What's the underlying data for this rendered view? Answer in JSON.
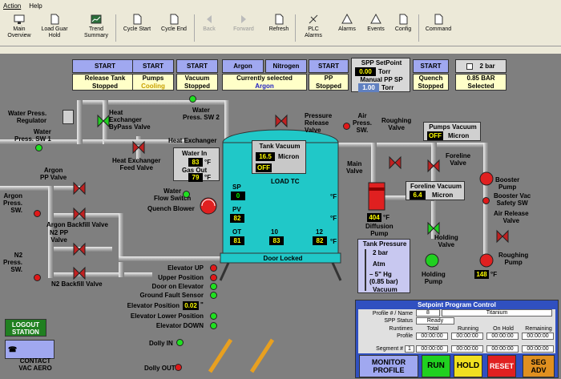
{
  "menu": [
    "Action",
    "Help"
  ],
  "toolbar": [
    {
      "label": "Main\nOverview",
      "icon": "monitor-icon"
    },
    {
      "label": "Load Guar\nHold",
      "icon": "load-icon"
    },
    {
      "label": "Trend\nSummary",
      "icon": "trend-icon"
    },
    {
      "label": "Cycle Start",
      "icon": "cycle-start-icon"
    },
    {
      "label": "Cycle End",
      "icon": "cycle-end-icon"
    },
    {
      "label": "Back",
      "icon": "back-icon"
    },
    {
      "label": "Forward",
      "icon": "forward-icon"
    },
    {
      "label": "Refresh",
      "icon": "refresh-icon"
    },
    {
      "label": "PLC\nAlarms",
      "icon": "plc-alarm-icon"
    },
    {
      "label": "Alarms",
      "icon": "alarm-icon"
    },
    {
      "label": "Events",
      "icon": "events-icon"
    },
    {
      "label": "Config",
      "icon": "config-icon"
    },
    {
      "label": "Command",
      "icon": "command-icon"
    }
  ],
  "top_controls": {
    "release_tank": {
      "button": "START",
      "status": "Release Tank\nStopped"
    },
    "pumps": {
      "button": "START",
      "status_label": "Pumps",
      "status": "Cooling"
    },
    "vacuum": {
      "button": "START",
      "status": "Vacuum\nStopped"
    },
    "argon_button": "Argon",
    "nitrogen_button": "Nitrogen",
    "gas_selected_label": "Currently selected",
    "gas_selected": "Argon",
    "pp": {
      "button": "START",
      "status": "PP\nStopped"
    },
    "spp": {
      "title": "SPP SetPoint",
      "setpoint": "0.00",
      "setpoint_unit": "Torr",
      "manual_label": "Manual PP SP",
      "manual_value": "1.00",
      "manual_unit": "Torr"
    },
    "quench": {
      "button": "START",
      "status": "Quench\nStopped"
    },
    "bar": {
      "checkbox_label": "2 bar",
      "value": "0.85 BAR",
      "status": "Selected"
    }
  },
  "labels": {
    "water_press_regulator": "Water Press.\nRegulator",
    "water_press_sw1": "Water\nPress. SW 1",
    "hx_bypass_valve": "Heat\nExchanger\nByPass Valve",
    "water_press_sw2": "Water\nPress. SW 2",
    "heat_exchanger": "Heat Exchanger",
    "hx_feed_valve": "Heat Exchanger\nFeed Valve",
    "pressure_release_valve": "Pressure\nRelease\nValve",
    "air_press_sw": "Air\nPress.\nSW.",
    "roughing_valve": "Roughing\nValve",
    "argon_pp_valve": "Argon\nPP Valve",
    "argon_press_sw": "Argon\nPress.\nSW.",
    "argon_backfill_valve": "Argon Backfill Valve",
    "n2_pp_valve": "N2 PP\nValve",
    "n2_press_sw": "N2\nPress.\nSW.",
    "n2_backfill_valve": "N2 Backfill Valve",
    "water_flow_switch": "Water\nFlow Switch",
    "quench_blower": "Quench Blower",
    "main_valve": "Main\nValve",
    "diffusion_pump": "Diffusion\nPump",
    "foreline_valve": "Foreline\nValve",
    "holding_valve": "Holding\nValve",
    "holding_pump": "Holding\nPump",
    "booster_pump": "Booster\nPump",
    "booster_vac_safety_sw": "Booster Vac\nSafety SW",
    "air_release_valve": "Air Release\nValve",
    "roughing_pump": "Roughing\nPump",
    "load_tc": "LOAD TC",
    "door_locked": "Door Locked"
  },
  "readouts": {
    "water_in_label": "Water In",
    "water_in": "83",
    "gas_out_label": "Gas Out",
    "gas_out": "79",
    "deg_f": "°F",
    "tank_vacuum_label": "Tank Vacuum",
    "tank_vacuum": "16.5",
    "tank_vacuum_unit": "Micron",
    "tank_vacuum_state": "OFF",
    "pumps_vacuum_label": "Pumps Vacuum",
    "pumps_vacuum_state": "OFF",
    "pumps_vacuum_unit": "Micron",
    "foreline_vacuum_label": "Foreline Vacuum",
    "foreline_vacuum": "6.4",
    "foreline_vacuum_unit": "Micron",
    "diffusion_temp": "404",
    "roughing_temp": "148",
    "sp_label": "SP",
    "sp": "0",
    "pv_label": "PV",
    "pv": "82",
    "ot_label": "OT",
    "ot": "81",
    "tc10_label": "10",
    "tc10": "83",
    "tc12_label": "12",
    "tc12": "82"
  },
  "tank_pressure": {
    "title": "Tank Pressure",
    "items": [
      "2 bar",
      "Atm",
      "– 5\" Hg\n(0.85 bar)",
      "Vacuum"
    ]
  },
  "elevator": {
    "items": [
      "Elevator UP",
      "Upper Position",
      "Door on Elevator",
      "Ground Fault Sensor",
      "Elevator Position",
      "Elevator Lower Position",
      "Elevator DOWN"
    ],
    "position_value": "0.02",
    "position_unit": "\""
  },
  "dolly": {
    "in": "Dolly IN",
    "out": "Dolly OUT"
  },
  "logout": "LOGOUT\nSTATION",
  "contact": "CONTACT\nVAC AERO",
  "setpoint": {
    "title": "Setpoint  Program Control",
    "profile_label": "Profile # / Name",
    "profile_num": "8",
    "profile_name": "Titanium",
    "spp_status_label": "SPP Status",
    "spp_status": "Ready",
    "runtimes_label": "Runtimes",
    "profile_row_label": "Profile",
    "segment_label": "Segment #",
    "segment_num": "1",
    "columns": [
      "Total",
      "Running",
      "On Hold",
      "Remaining"
    ],
    "profile_times": [
      "00:00:00",
      "00:00:00",
      "00:00:00",
      "00:00:00"
    ],
    "segment_times": [
      "00:00:00",
      "00:00:00",
      "00:00:00",
      "00:00:00"
    ],
    "buttons": {
      "monitor": "MONITOR\nPROFILE",
      "run": "RUN",
      "hold": "HOLD",
      "reset": "RESET",
      "seg_adv": "SEG\nADV"
    }
  },
  "colors": {
    "start_button": "#a0a8f0",
    "status_bg": "#ffffc8",
    "tank": "#20c8c8",
    "on": "#20e020",
    "off": "#e01818"
  }
}
